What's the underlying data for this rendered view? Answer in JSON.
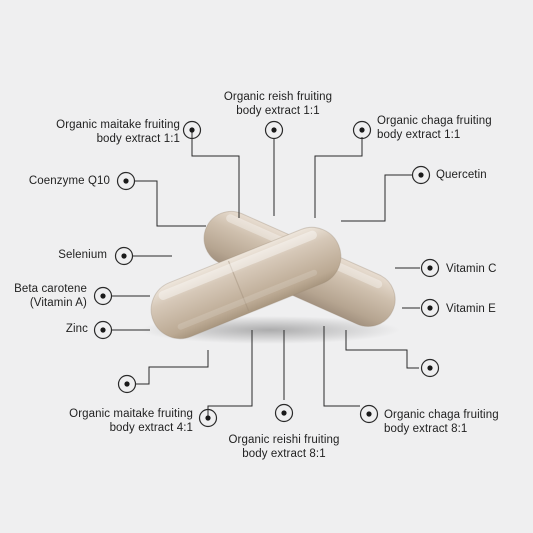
{
  "ingredients": {
    "reishi_1_1": "Organic reish fruiting\nbody extract 1:1",
    "maitake_1_1": "Organic maitake fruiting\nbody extract 1:1",
    "chaga_1_1": "Organic chaga fruiting\nbody extract 1:1",
    "coenzyme_q10": "Coenzyme Q10",
    "quercetin": "Quercetin",
    "selenium": "Selenium",
    "vitamin_c": "Vitamin C",
    "beta_carotene": "Beta carotene\n(Vitamin A)",
    "vitamin_e": "Vitamin E",
    "zinc": "Zinc",
    "maitake_4_1": "Organic maitake fruiting\nbody extract 4:1",
    "reishi_8_1": "Organic reishi fruiting\nbody extract 8:1",
    "chaga_8_1": "Organic chaga fruiting\nbody extract 8:1"
  },
  "colors": {
    "background": "#efeff0",
    "line": "#2a2a2a",
    "capsule_fill": "#c7b8a6",
    "text": "#1f1f1f"
  },
  "icons": {
    "marker": "target-dot-icon"
  }
}
